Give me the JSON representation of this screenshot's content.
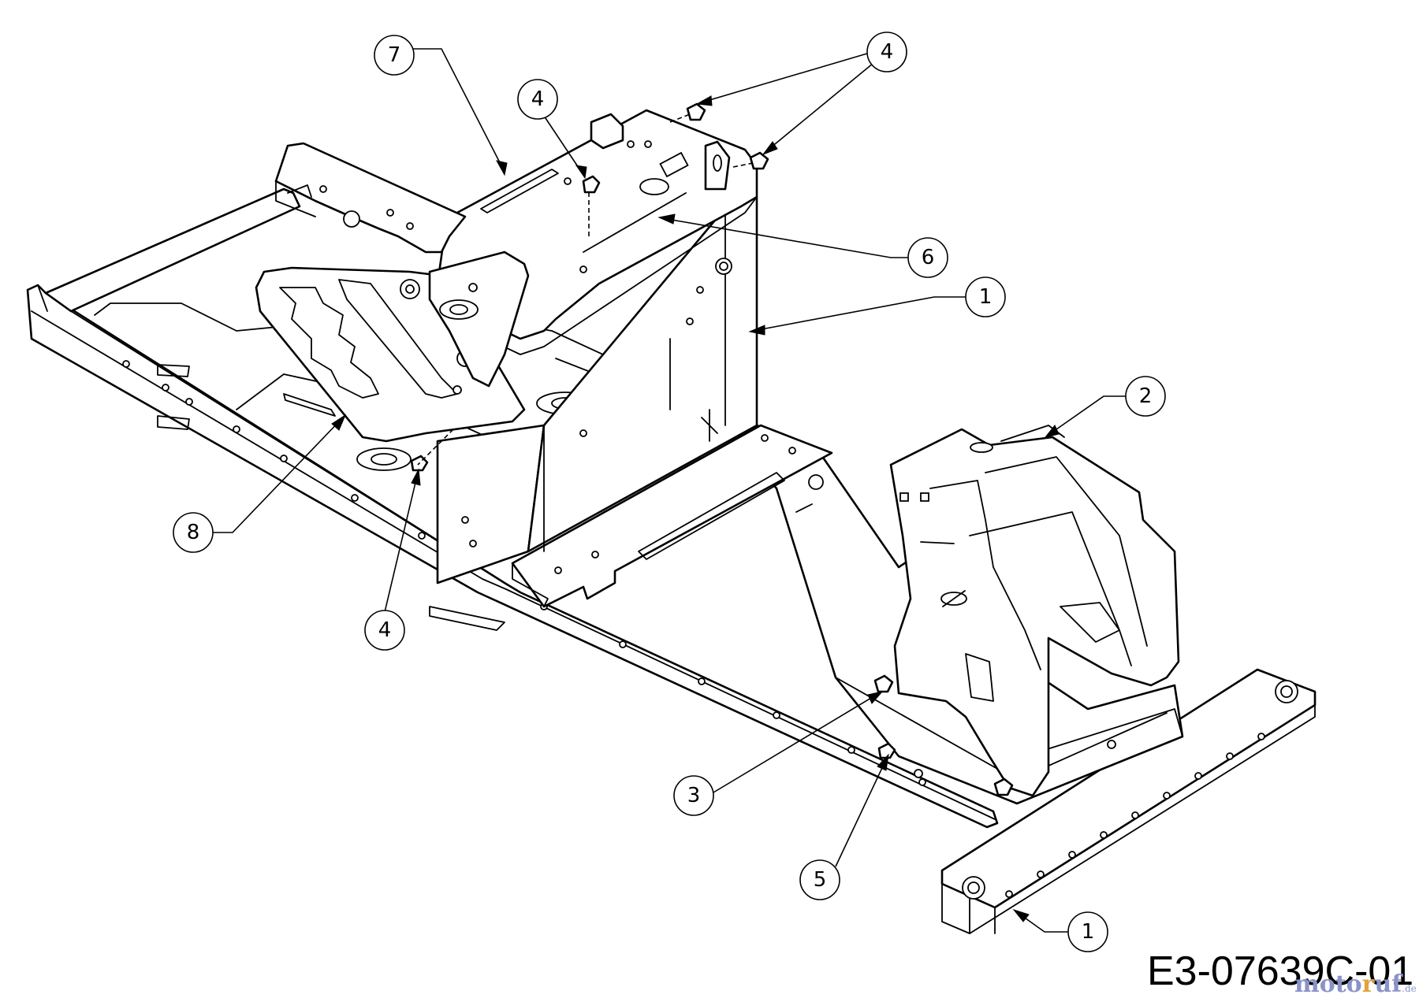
{
  "drawing_number": "E3-07639C-01",
  "watermark": {
    "main": "moto",
    "accent": "r",
    "rest": "uf",
    "tld": ".de"
  },
  "callouts": {
    "c7": "7",
    "c4_top_left": "4",
    "c4_top_right": "4",
    "c6": "6",
    "c1_upper": "1",
    "c2": "2",
    "c8": "8",
    "c4_bottom": "4",
    "c3": "3",
    "c5": "5",
    "c1_lower": "1"
  }
}
